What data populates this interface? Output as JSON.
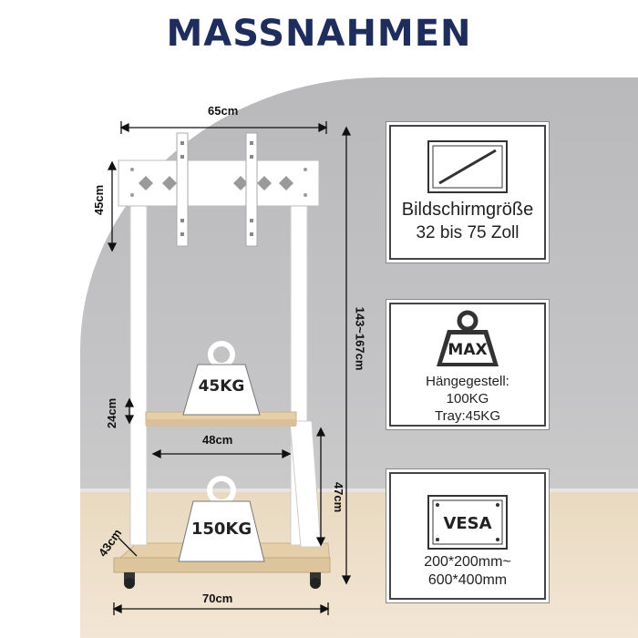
{
  "title": "MASSNAHMEN",
  "dimensions": {
    "top_width": "65cm",
    "mount_height": "45cm",
    "total_height": "143~167cm",
    "shelf_gap": "24cm",
    "shelf_width": "48cm",
    "lower_height": "47cm",
    "base_depth": "43cm",
    "base_width": "70cm"
  },
  "weights": {
    "shelf_load": "45KG",
    "base_load": "150KG"
  },
  "cards": {
    "screen": {
      "line1": "Bildschirmgröße",
      "line2": "32 bis 75 Zoll",
      "icon": "screen-icon"
    },
    "max": {
      "badge": "MAX",
      "line1": "Hängegestell:",
      "line2": "100KG",
      "line3": "Tray:45KG",
      "icon": "weight-icon"
    },
    "vesa": {
      "badge": "VESA",
      "line1": "200*200mm~",
      "line2": "600*400mm",
      "icon": "vesa-plate-icon"
    }
  },
  "colors": {
    "title": "#1f2d5c",
    "wood": "#e4cfa8",
    "frame": "#ffffff"
  }
}
